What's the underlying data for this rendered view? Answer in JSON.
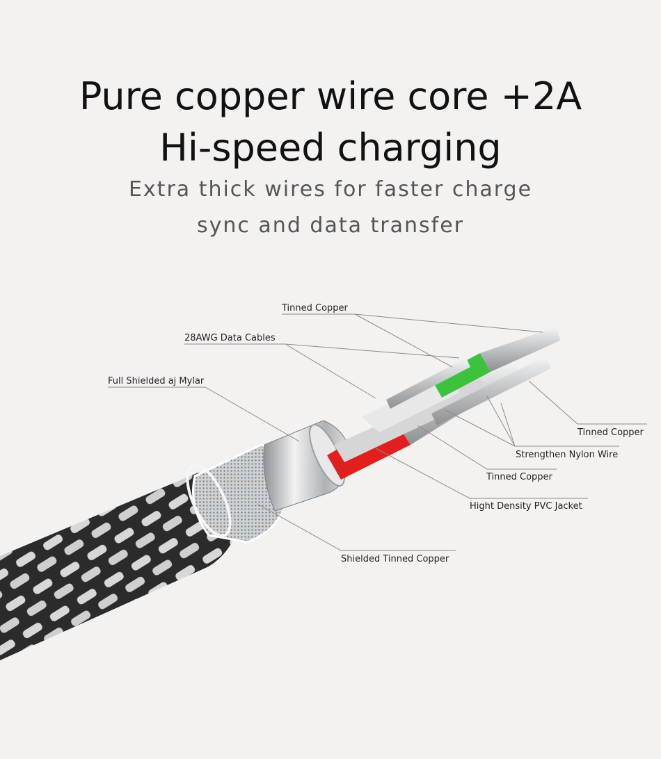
{
  "headline": {
    "line1": "Pure copper wire core +2A",
    "line2": "Hi-speed charging"
  },
  "subheadline": {
    "line1": "Extra thick wires for faster charge",
    "line2": "sync and data transfer"
  },
  "callouts": {
    "tinned_copper_top": "Tinned Copper",
    "data_cables": "28AWG Data Cables",
    "mylar": "Full Shielded aj Mylar",
    "tinned_copper_right": "Tinned Copper",
    "nylon": "Strengthen Nylon Wire",
    "tinned_copper_mid": "Tinned Copper",
    "pvc": "Hight Density PVC Jacket",
    "shielded": "Shielded Tinned Copper"
  },
  "colors": {
    "background": "#f4f2f1",
    "green_wire": "#3cc23c",
    "red_wire": "#e02020",
    "braid_dark": "#2b2b2b",
    "braid_light": "#dcdcdc"
  }
}
